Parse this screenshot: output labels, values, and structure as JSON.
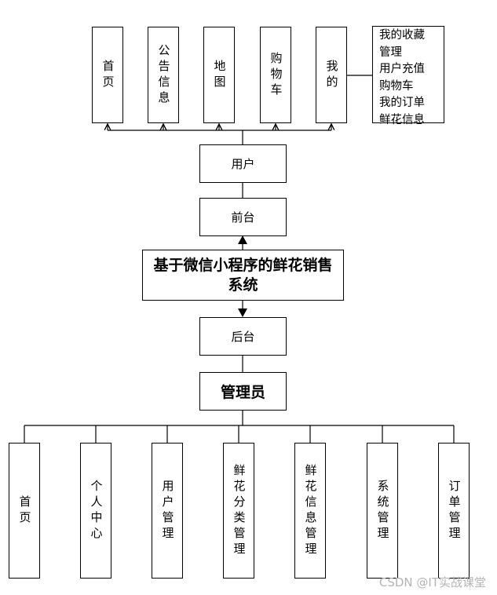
{
  "title": "基于微信小程序的鲜花销售系统",
  "frontend": {
    "user_label": "用户",
    "front_label": "前台",
    "modules": [
      "首页",
      "公告信息",
      "地图",
      "购物车",
      "我的"
    ],
    "my_sub_items": [
      "我的收藏管理",
      "用户充值",
      "购物车",
      "我的订单",
      "鲜花信息"
    ]
  },
  "backend": {
    "back_label": "后台",
    "admin_label": "管理员",
    "modules": [
      "首页",
      "个人中心",
      "用户管理",
      "鲜花分类管理",
      "鲜花信息管理",
      "系统管理",
      "订单管理"
    ]
  },
  "watermark": "CSDN @IT实战课堂",
  "colors": {
    "line": "#000000",
    "box_border": "#000000",
    "background": "#ffffff",
    "watermark": "#b4b4b4"
  }
}
